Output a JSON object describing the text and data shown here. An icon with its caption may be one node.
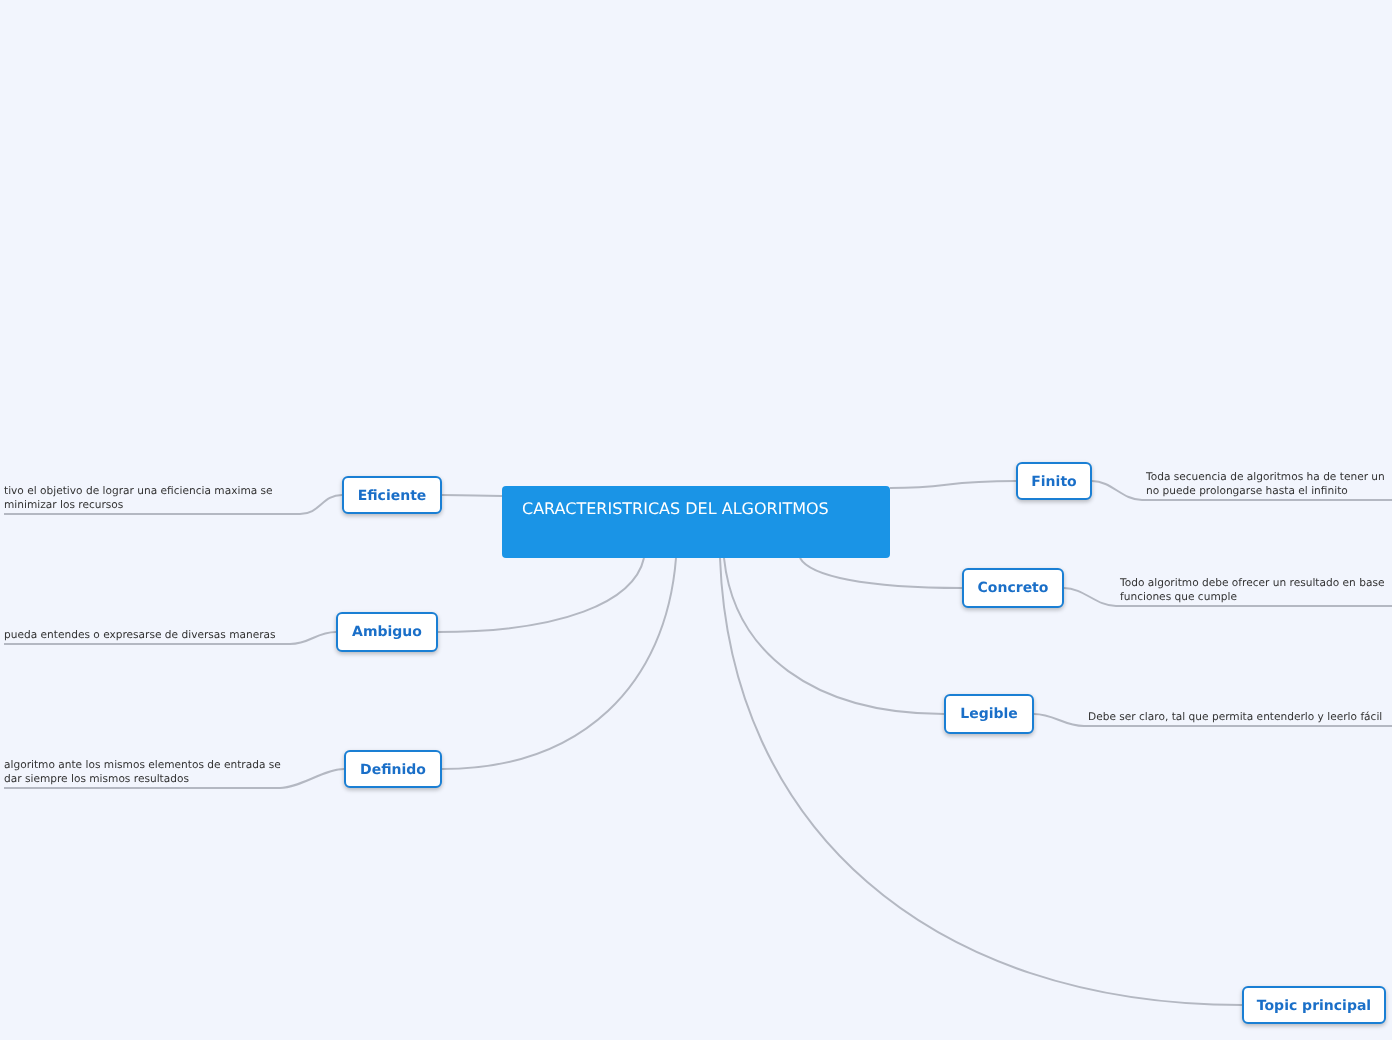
{
  "diagram": {
    "nodes": [
      {
        "text": [
          "CARACTERISTRICAS DEL ALGORITMOS"
        ]
      },
      {
        "text": [
          "Eficiente"
        ]
      },
      {
        "text": [
          "Ambiguo"
        ]
      },
      {
        "text": [
          "Definido"
        ]
      },
      {
        "text": [
          "Finito"
        ]
      },
      {
        "text": [
          "Concreto"
        ]
      },
      {
        "text": [
          "Legible"
        ]
      },
      {
        "text": [
          "Topic principal"
        ]
      },
      {
        "text": [
          "tivo el objetivo de lograr una eficiencia maxima se minimizar los recursos"
        ]
      },
      {
        "text": [
          "pueda entendes o expresarse de diversas maneras"
        ]
      },
      {
        "text": [
          "algoritmo ante los mismos elementos de entrada se dar siempre los mismos resultados"
        ]
      },
      {
        "text": [
          "Toda secuencia de algoritmos ha de tener un no puede prolongarse hasta el infinito"
        ]
      },
      {
        "text": [
          "Todo algoritmo debe ofrecer un resultado en base funciones que cumple"
        ]
      },
      {
        "text": [
          "Debe ser claro, tal que permita entenderlo y leerlo fácil"
        ]
      }
    ],
    "edges": [
      {
        "from": 0,
        "to": 1,
        "arrow": "none"
      },
      {
        "from": 0,
        "to": 2,
        "arrow": "none"
      },
      {
        "from": 0,
        "to": 3,
        "arrow": "none"
      },
      {
        "from": 0,
        "to": 4,
        "arrow": "none"
      },
      {
        "from": 0,
        "to": 5,
        "arrow": "none"
      },
      {
        "from": 0,
        "to": 6,
        "arrow": "none"
      },
      {
        "from": 0,
        "to": 7,
        "arrow": "none"
      },
      {
        "from": 1,
        "to": 8,
        "arrow": "none"
      },
      {
        "from": 2,
        "to": 9,
        "arrow": "none"
      },
      {
        "from": 3,
        "to": 10,
        "arrow": "none"
      },
      {
        "from": 4,
        "to": 11,
        "arrow": "none"
      },
      {
        "from": 5,
        "to": 12,
        "arrow": "none"
      },
      {
        "from": 6,
        "to": 13,
        "arrow": "none"
      }
    ]
  }
}
